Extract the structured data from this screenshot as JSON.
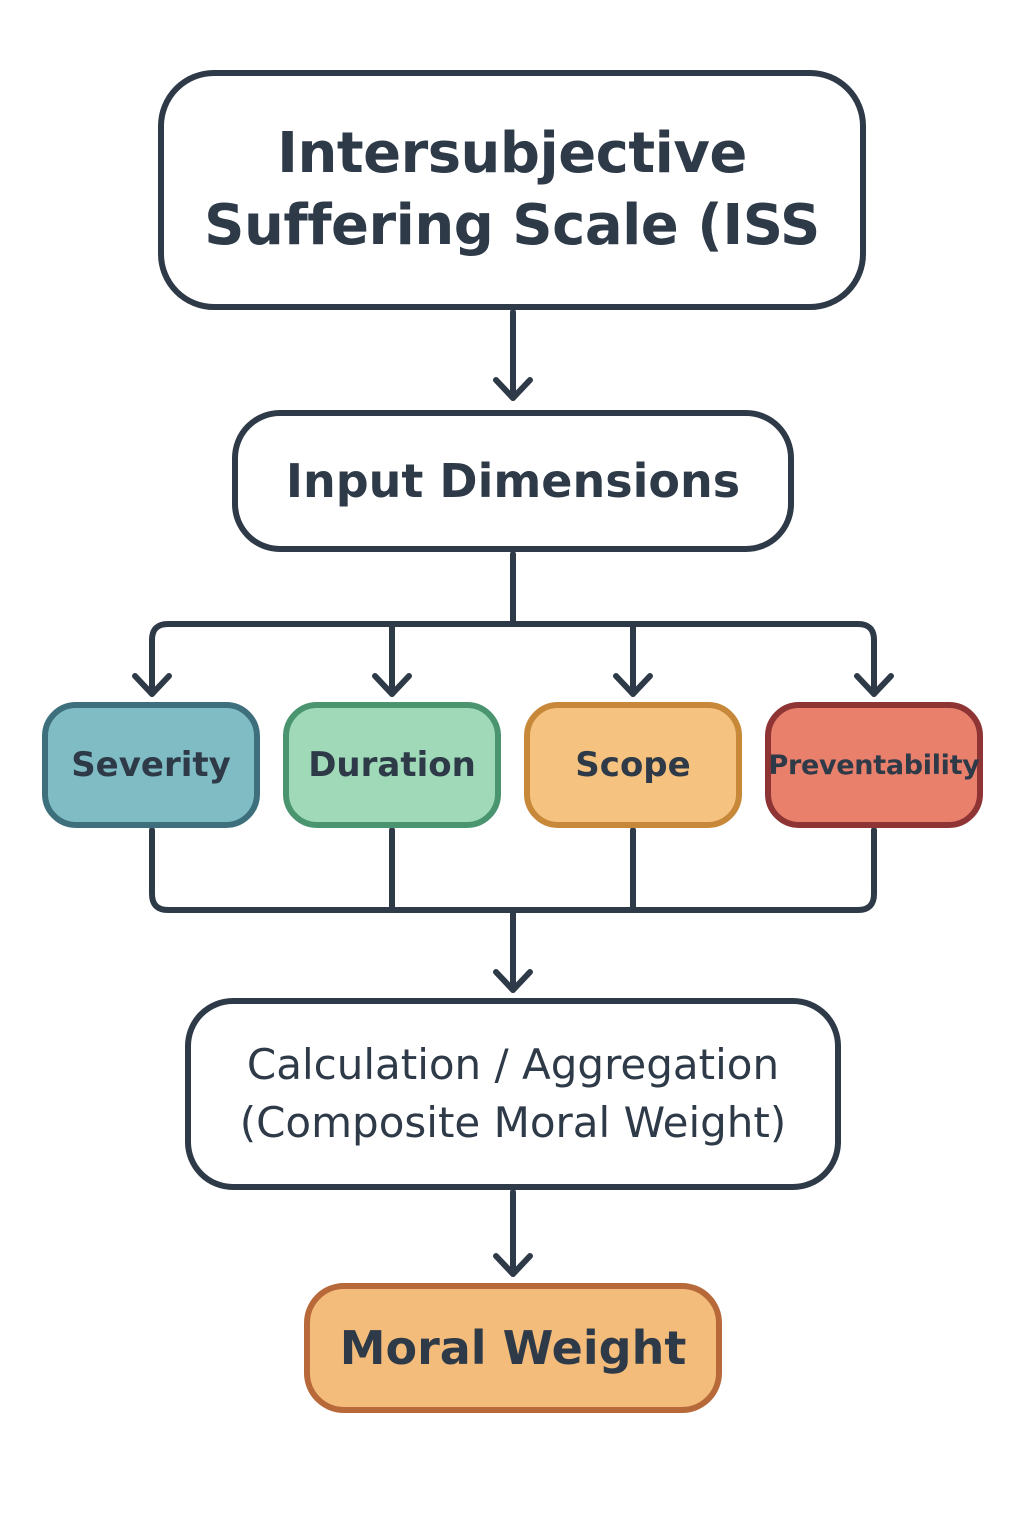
{
  "title": {
    "line1": "Intersubjective",
    "line2": "Suffering Scale (ISS"
  },
  "input_node": {
    "label": "Input Dimensions"
  },
  "dimensions": [
    {
      "label": "Severity",
      "fill": "#7fbcc4",
      "stroke": "#3d6f7c"
    },
    {
      "label": "Duration",
      "fill": "#9fd9b8",
      "stroke": "#4a9470"
    },
    {
      "label": "Scope",
      "fill": "#f5c27f",
      "stroke": "#c8883a"
    },
    {
      "label": "Preventability",
      "fill": "#e8806c",
      "stroke": "#8f3434"
    }
  ],
  "aggregation_node": {
    "line1": "Calculation / Aggregation",
    "line2": "(Composite Moral Weight)"
  },
  "output_node": {
    "label": "Moral Weight",
    "fill": "#f3bc7b",
    "stroke": "#b8693a"
  },
  "colors": {
    "line": "#2e3a48",
    "background": "#ffffff"
  }
}
